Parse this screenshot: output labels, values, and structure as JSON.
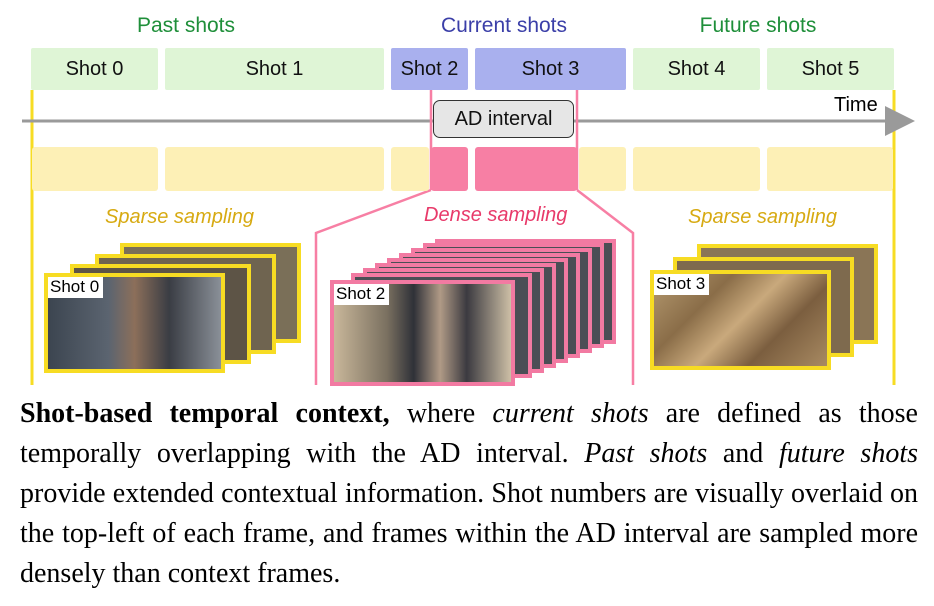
{
  "groups": {
    "past": {
      "label": "Past shots",
      "color": "#1f8f3a"
    },
    "current": {
      "label": "Current shots",
      "color": "#3b3fa8"
    },
    "future": {
      "label": "Future shots",
      "color": "#1f8f3a"
    }
  },
  "shots": [
    "Shot 0",
    "Shot 1",
    "Shot 2",
    "Shot 3",
    "Shot 4",
    "Shot 5"
  ],
  "timeline": {
    "time_label": "Time",
    "ad_interval_label": "AD interval"
  },
  "sampling": {
    "past": "Sparse sampling",
    "current": "Dense sampling",
    "future": "Sparse sampling",
    "sparse_color": "#d7aa12",
    "dense_color": "#e83a6a"
  },
  "frames": {
    "past_label": "Shot 0",
    "current_label": "Shot 2",
    "future_label": "Shot 3"
  },
  "caption": {
    "bold": "Shot-based temporal context,",
    "part1": " where ",
    "italic1": "current shots",
    "part2": " are defined as those temporally overlapping with the AD interval. ",
    "italic2": "Past shots",
    "part3": " and ",
    "italic3": "future shots",
    "part4": " provide extended contextual information. Shot numbers are visually overlaid on the top-left of each frame, and frames within the AD interval are sampled more densely than context frames."
  }
}
